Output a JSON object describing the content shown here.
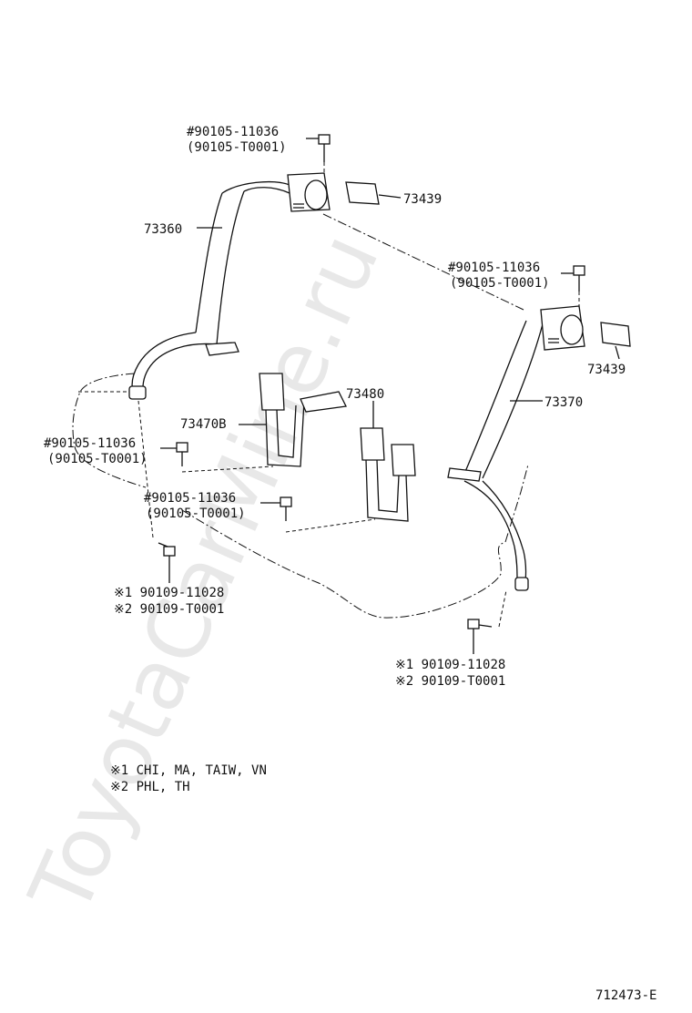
{
  "watermark": "ToyotaCarMine.ru",
  "bolt_spec": {
    "primary": "#90105-11036",
    "alternate": "(90105-T0001)"
  },
  "screw_spec": {
    "line1": "※1 90109-11028",
    "line2": "※2 90109-T0001"
  },
  "parts": {
    "belt_left": "73360",
    "belt_right": "73370",
    "cover": "73439",
    "buckle_left": "73470B",
    "buckle_center": "73480"
  },
  "footnotes": [
    "※1 CHI, MA, TAIW, VN",
    "※2 PHL, TH"
  ],
  "drawing_number": "712473-E"
}
